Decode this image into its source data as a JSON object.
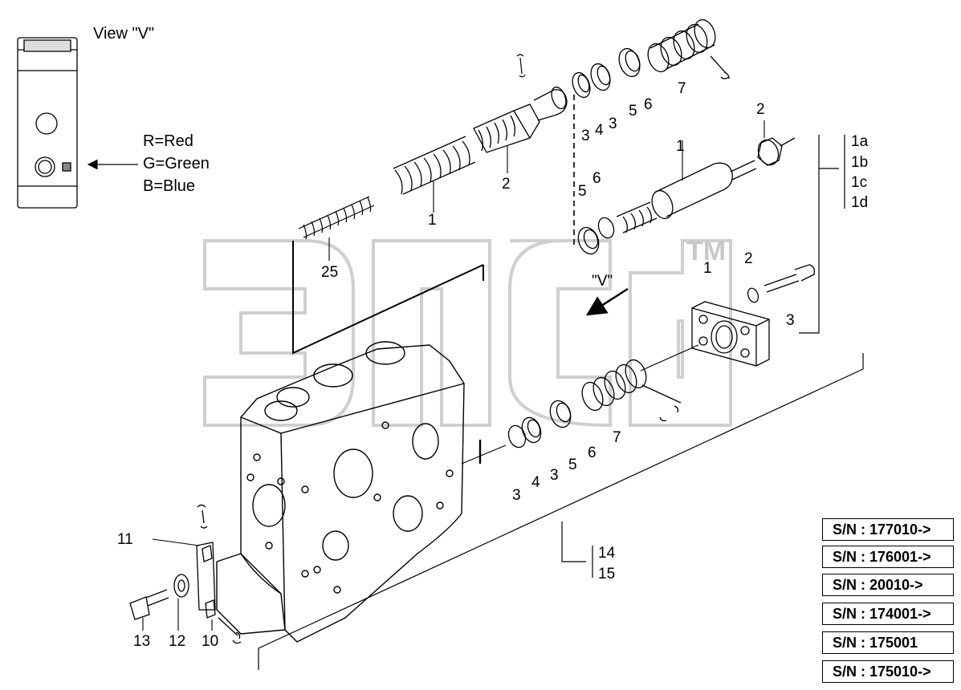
{
  "view_title": "View \"V\"",
  "view_marker": "\"V\"",
  "trademark": "TM",
  "color_legend": [
    "R=Red",
    "G=Green",
    "B=Blue"
  ],
  "callouts": {
    "c1_top": "1",
    "c2_top": "2",
    "c25": "25",
    "c3_a": "3",
    "c4_a": "4",
    "c3_b": "3",
    "c5_a": "5",
    "c6_a": "6",
    "c7_a": "7",
    "c2_mid": "2",
    "c1_mid": "1",
    "c5_mid": "5",
    "c6_mid": "6",
    "c1_flange": "1",
    "c2_flange": "2",
    "c3_flange": "3",
    "c3_c": "3",
    "c4_b": "4",
    "c3_d": "3",
    "c5_b": "5",
    "c6_b": "6",
    "c7_b": "7",
    "c11": "11",
    "c13": "13",
    "c12": "12",
    "c10": "10"
  },
  "bracket_1": [
    "1a",
    "1b",
    "1c",
    "1d"
  ],
  "bracket_2": [
    "14",
    "15"
  ],
  "serial_numbers": [
    "S/N : 177010->",
    "S/N : 176001->",
    "S/N : 20010->",
    "S/N : 174001->",
    "S/N : 175001",
    "S/N : 175010->"
  ]
}
